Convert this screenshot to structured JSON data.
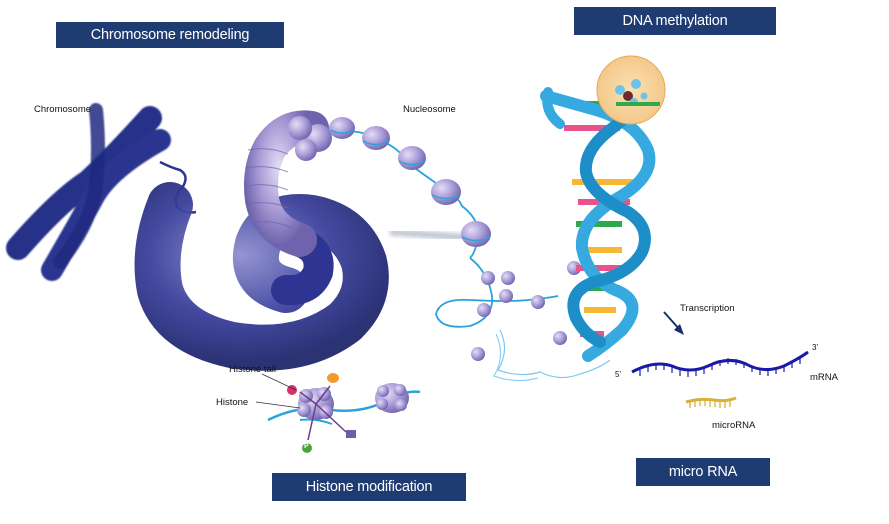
{
  "section_titles": {
    "chromosome_remodeling": "Chromosome remodeling",
    "dna_methylation": "DNA methylation",
    "histone_modification": "Histone modification",
    "micro_rna": "micro RNA"
  },
  "labels": {
    "chromosome": "Chromosome",
    "nucleosome": "Nucleosome",
    "histone_tail": "Histone tail",
    "histone": "Histone",
    "transcription": "Transcription",
    "mrna": "mRNA",
    "microrna": "microRNA",
    "five_prime": "5'",
    "three_prime": "3'",
    "phospho_mark": "P"
  },
  "colors": {
    "title_box": "#1f3c72",
    "chromatin": "#2e3d92",
    "histone_bead": "#a99cd6",
    "dna_backbone": "#33a6de",
    "mrna": "#1a1aa8",
    "microrna": "#d9b13a"
  }
}
